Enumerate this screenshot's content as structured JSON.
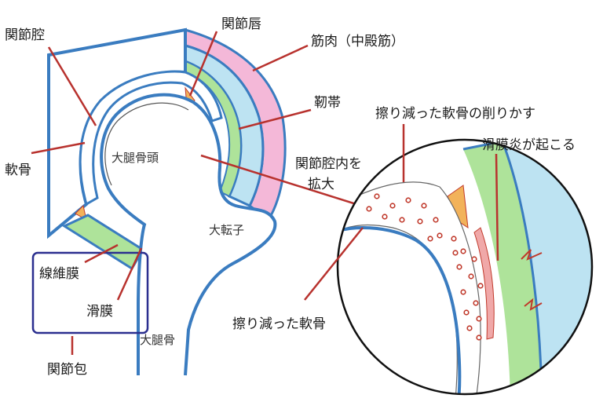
{
  "labels": {
    "joint_cavity": "関節腔",
    "labrum": "関節唇",
    "muscle": "筋肉（中殿筋）",
    "ligament": "靭帯",
    "cartilage": "軟骨",
    "femoral_head": "大腿骨頭",
    "enlarge": "関節腔内を",
    "enlarge2": "拡大",
    "trochanter": "大転子",
    "fibrous_membrane": "線維膜",
    "synovium": "滑膜",
    "capsule": "関節包",
    "femur": "大腿骨",
    "debris": "擦り減った軟骨の削りかす",
    "synovitis": "滑膜炎が起こる",
    "worn_cartilage": "擦り減った軟骨"
  },
  "colors": {
    "outline": "#3a7cc0",
    "leader": "#b8322e",
    "muscle": "#f4b8d8",
    "ligament": "#bde3f2",
    "green": "#aee39a",
    "labrum": "#f2b25a",
    "box": "#2b2f8f",
    "debris": "#c0392b"
  }
}
